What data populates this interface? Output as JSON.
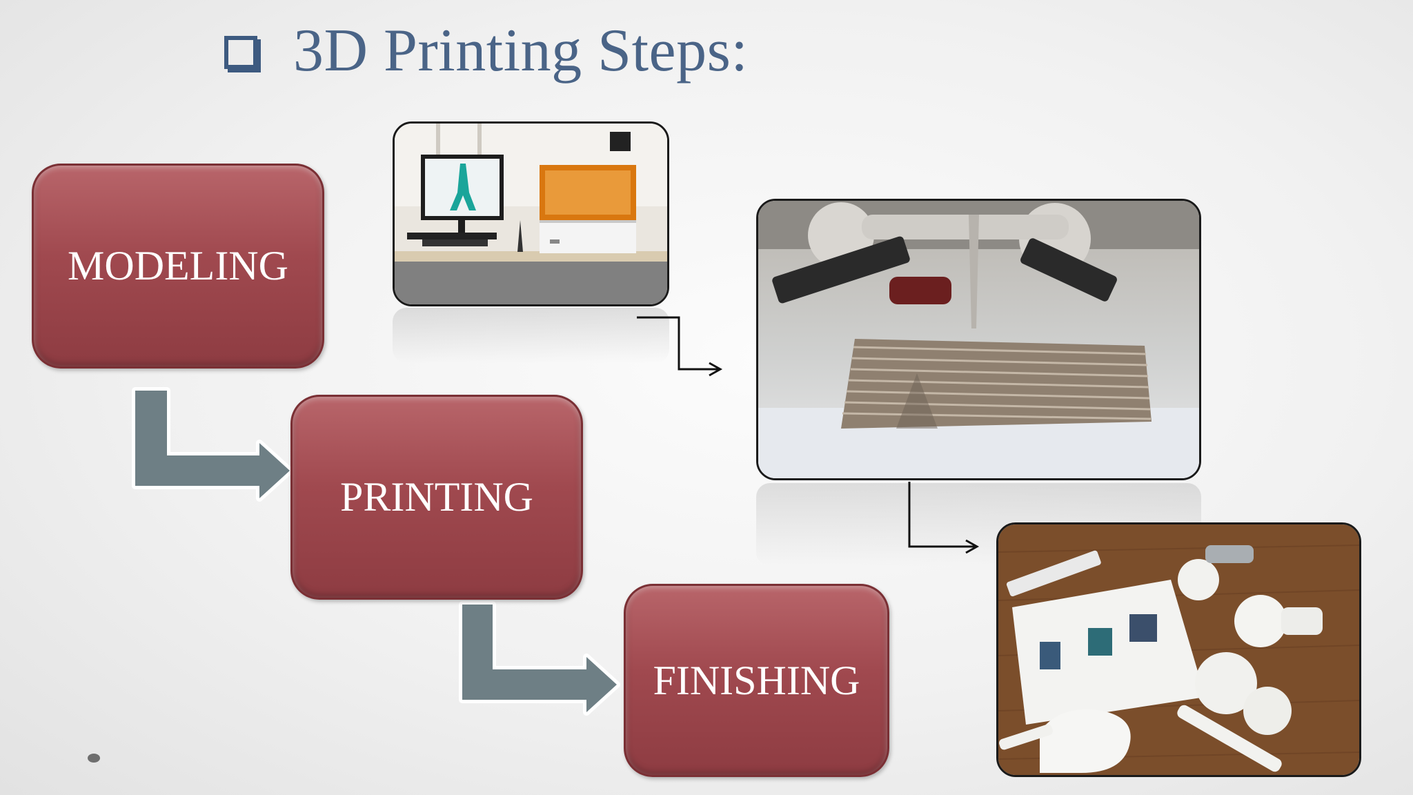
{
  "slide": {
    "title": "3D Printing Steps:",
    "bullet_icon": "checkbox-square-icon"
  },
  "steps": [
    {
      "label": "MODELING"
    },
    {
      "label": "PRINTING"
    },
    {
      "label": "FINISHING"
    }
  ],
  "photos": [
    {
      "name": "modeling-photo",
      "subject": "computer with 3D model and resin printer"
    },
    {
      "name": "printing-photo",
      "subject": "printer nozzle extruding layered object"
    },
    {
      "name": "finishing-photo",
      "subject": "finished white printed parts on wooden table"
    }
  ],
  "colors": {
    "step_box": "#a24c52",
    "title": "#4a6487",
    "process_arrow": "#6e7f85",
    "connector_arrow": "#111111"
  }
}
